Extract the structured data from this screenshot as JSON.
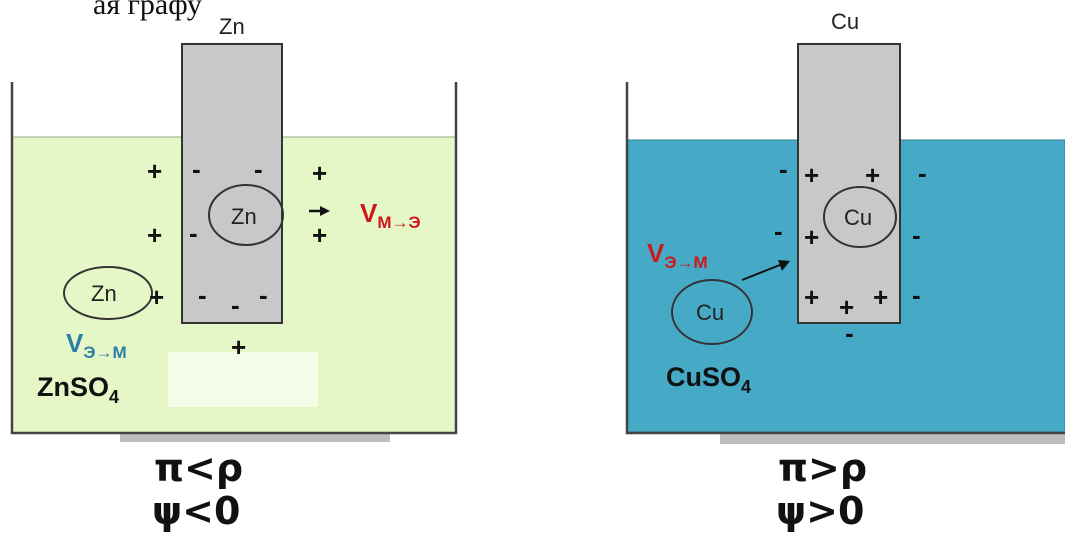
{
  "header_fragment": "ая графу",
  "left_cell": {
    "electrode_label": "Zn",
    "ion_in_metal": "Zn",
    "ion_in_solution": "Zn",
    "velocity": {
      "main": "V",
      "sub": "М→Э",
      "color": "#d0171b"
    },
    "velocity_2": {
      "main": "V",
      "sub": "Э→М",
      "color": "#2a7ea8"
    },
    "salt": {
      "main": "ZnSO",
      "sub": "4"
    },
    "relation_1": "π<ρ",
    "relation_2": "ψ<0",
    "solution_color": "#e6f7c7",
    "positive": "+",
    "negative": "-"
  },
  "right_cell": {
    "electrode_label": "Cu",
    "ion_in_metal": "Cu",
    "ion_in_solution": "Cu",
    "velocity": {
      "main": "V",
      "sub": "Э→М",
      "color": "#d0171b"
    },
    "salt": {
      "main": "CuSO",
      "sub": "4"
    },
    "relation_1": "π>ρ",
    "relation_2": "ψ>0",
    "solution_color": "#46a9c6",
    "positive": "+",
    "negative": "-"
  },
  "electrode_color": "#c8c8c8"
}
